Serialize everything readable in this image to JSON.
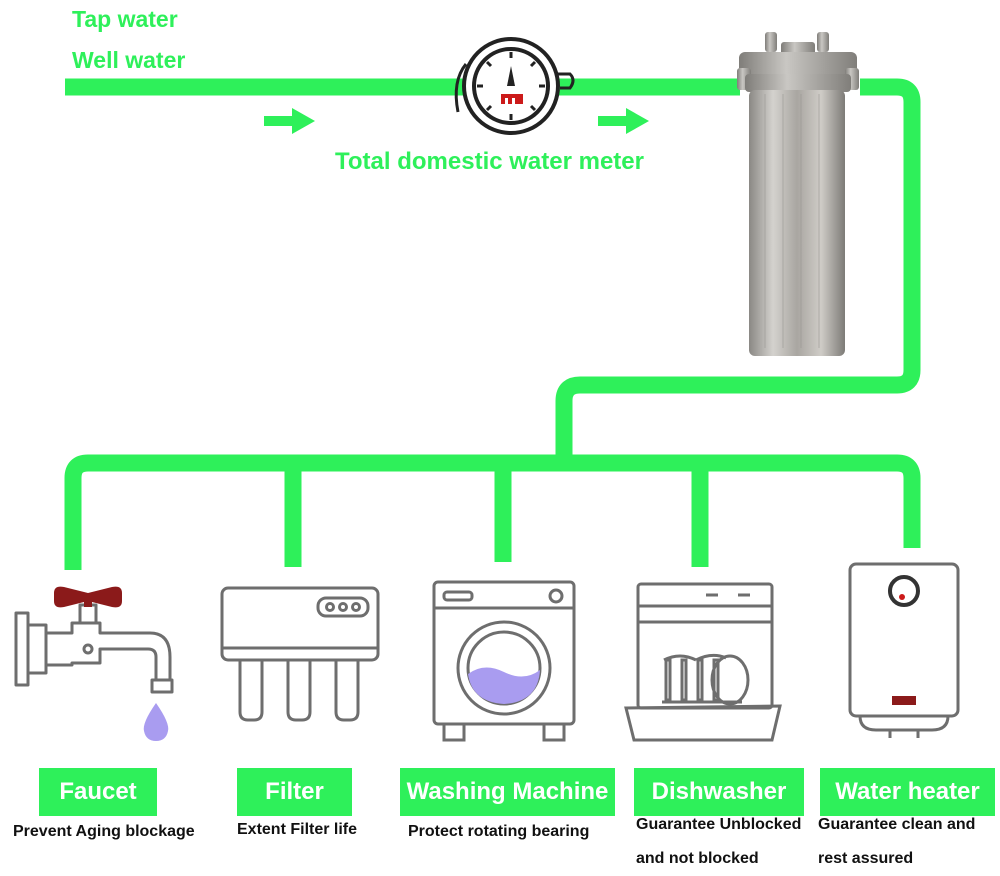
{
  "sources": [
    "Tap water",
    "Well water"
  ],
  "meter": {
    "label": "Total domestic water meter"
  },
  "appliances": [
    {
      "name": "Faucet",
      "note": "Prevent Aging blockage"
    },
    {
      "name": "Filter",
      "note": "Extent Filter life"
    },
    {
      "name": "Washing Machine",
      "note": "Protect rotating bearing"
    },
    {
      "name": "Dishwasher",
      "note": "Guarantee Unblocked and not blocked"
    },
    {
      "name": "Water heater",
      "note": "Guarantee clean and rest assured"
    }
  ],
  "colors": {
    "pipe": "#2ef05a",
    "outline": "#6e6e6e",
    "valve": "#8b1a1a",
    "water": "#a99cf0",
    "steel": "#b9b6b1"
  }
}
